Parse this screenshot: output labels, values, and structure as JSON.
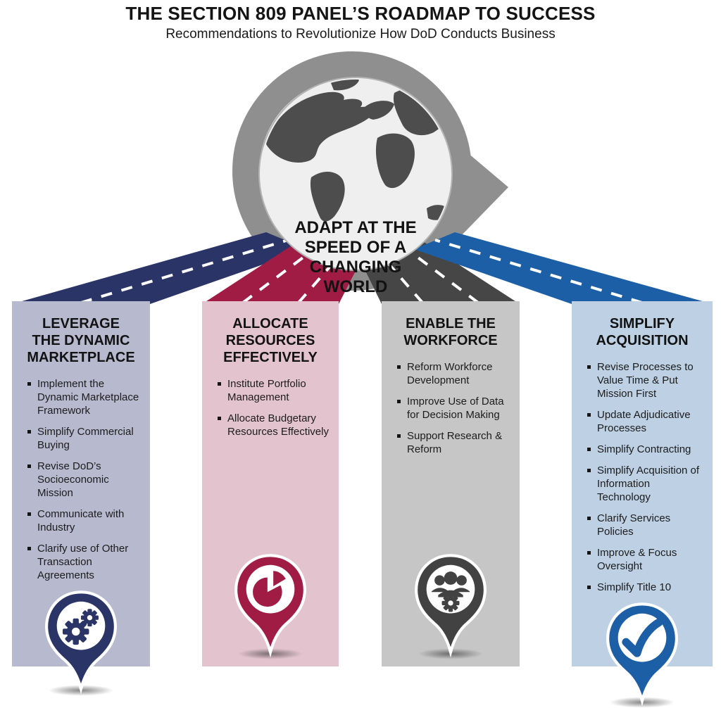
{
  "header": {
    "title": "THE SECTION 809 PANEL’S ROADMAP TO SUCCESS",
    "subtitle": "Recommendations to Revolutionize How DoD Conducts Business"
  },
  "globe": {
    "headline_lines": [
      "ADAPT AT THE",
      "SPEED OF A",
      "CHANGING",
      "WORLD"
    ]
  },
  "columns": [
    {
      "title_lines": [
        "LEVERAGE",
        "THE DYNAMIC",
        "MARKETPLACE"
      ],
      "icon": "gears-icon",
      "accent": "#2a3467",
      "bg": "#b7bacf",
      "bullets": [
        "Implement the Dynamic Marketplace Framework",
        "Simplify Commercial Buying",
        "Revise DoD’s Socioeconomic Mission",
        "Communicate with Industry",
        "Clarify use of Other Transaction Agreements"
      ]
    },
    {
      "title_lines": [
        "ALLOCATE",
        "RESOURCES",
        "EFFECTIVELY"
      ],
      "icon": "pie-chart-icon",
      "accent": "#a11c45",
      "bg": "#e3c4ce",
      "bullets": [
        "Institute Portfolio Management",
        "Allocate Budgetary Resources Effectively"
      ]
    },
    {
      "title_lines": [
        "ENABLE THE",
        "WORKFORCE"
      ],
      "icon": "workforce-icon",
      "accent": "#424242",
      "bg": "#c6c6c6",
      "bullets": [
        "Reform Workforce Development",
        "Improve Use of Data for Decision Making",
        "Support Research & Reform"
      ]
    },
    {
      "title_lines": [
        "SIMPLIFY",
        "ACQUISITION"
      ],
      "icon": "checkmark-icon",
      "accent": "#1d5fa6",
      "bg": "#bdd0e4",
      "bullets": [
        "Revise Processes to Value Time & Put Mission First",
        "Update Adjudicative Processes",
        "Simplify Contracting",
        "Simplify Acquisition of Information Technology",
        "Clarify Services Policies",
        "Improve & Focus Oversight",
        "Simplify Title 10"
      ]
    }
  ],
  "colors": {
    "navy_road": "#2a3467",
    "crimson_road": "#a11c45",
    "charcoal_road": "#464646",
    "blue_road": "#1d5fa6",
    "ring_gray": "#8f8f8f",
    "globe_fill": "#efefef",
    "continent_gray": "#4d4d4d",
    "text": "#141414"
  }
}
